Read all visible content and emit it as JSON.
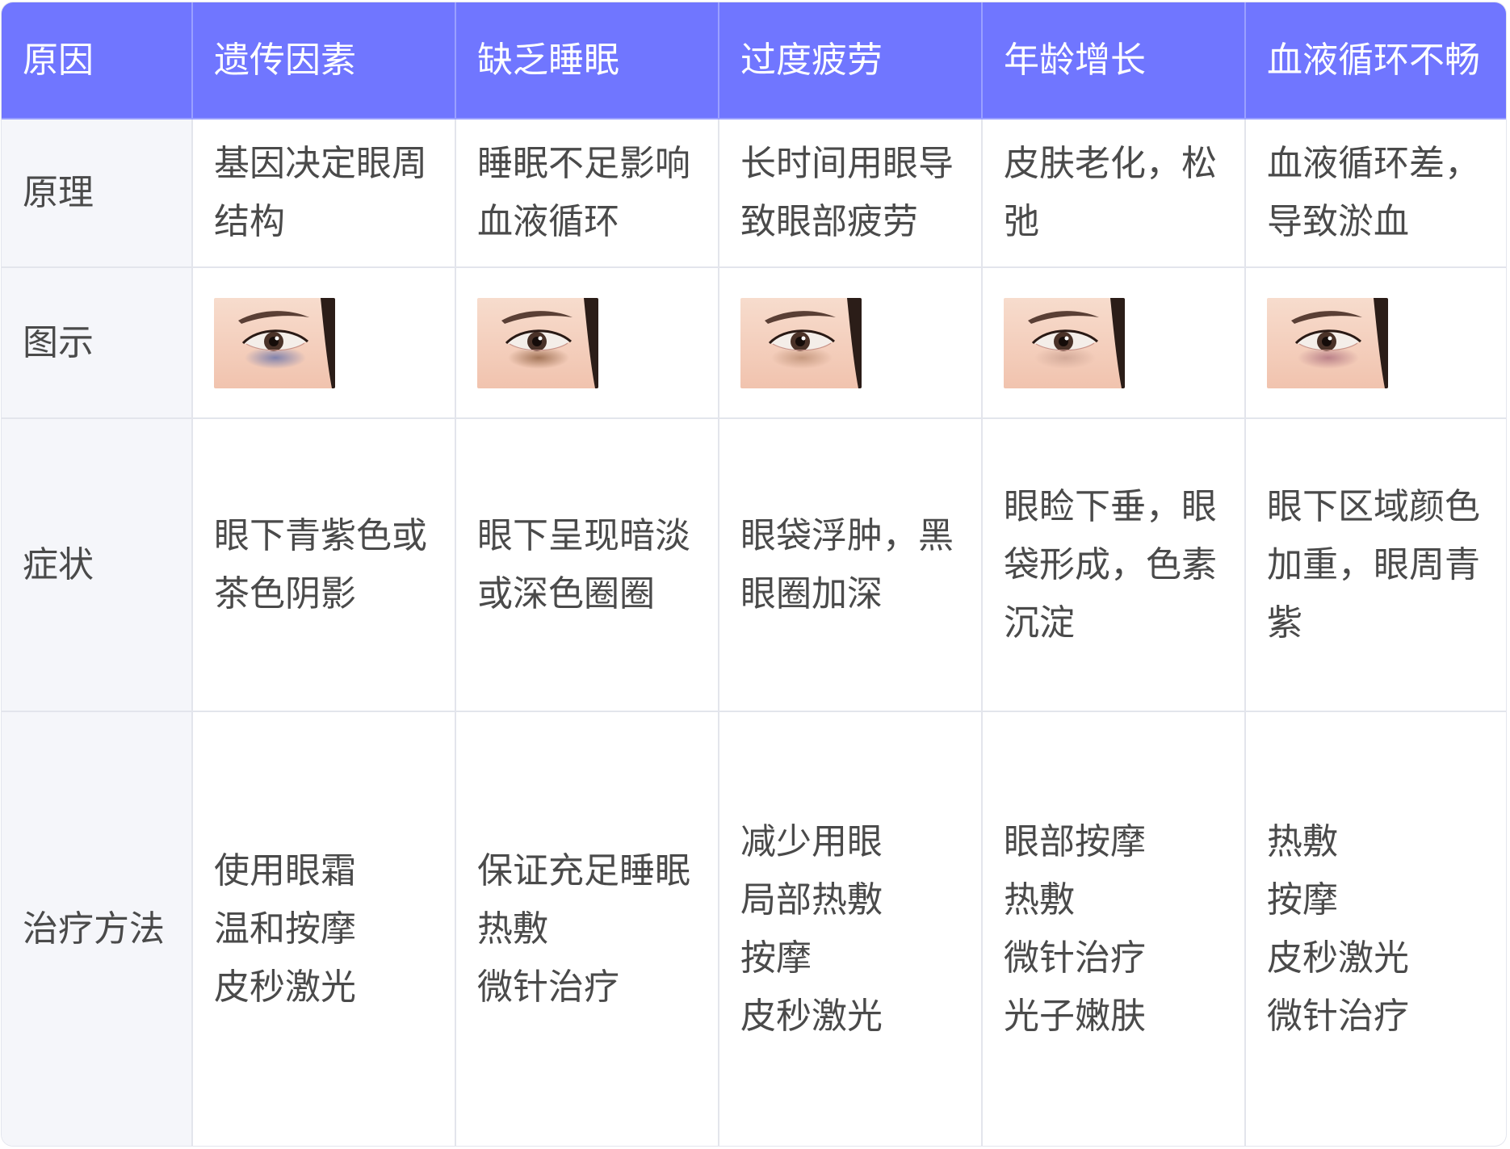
{
  "header": {
    "cells": [
      "原因",
      "遗传因素",
      "缺乏睡眠",
      "过度疲劳",
      "年龄增长",
      "血液循环不畅"
    ]
  },
  "rows": {
    "principle": {
      "label": "原理",
      "cells": [
        [
          "基因决定眼周",
          "结构"
        ],
        [
          "睡眠不足影响",
          "血液循环"
        ],
        [
          "长时间用眼导",
          "致眼部疲劳"
        ],
        [
          "皮肤老化，松",
          "弛"
        ],
        [
          "血液循环差，",
          "导致淤血"
        ]
      ]
    },
    "illustration": {
      "label": "图示",
      "images": [
        {
          "icon": "eye-bluish-circle-icon",
          "shadow": "#5b6aa8"
        },
        {
          "icon": "eye-brown-circle-icon",
          "shadow": "#8a5a3a"
        },
        {
          "icon": "eye-puffy-bag-icon",
          "shadow": "#b88a6e"
        },
        {
          "icon": "eye-sagging-lid-icon",
          "shadow": "#c9a090"
        },
        {
          "icon": "eye-bruised-icon",
          "shadow": "#a86a7a"
        }
      ]
    },
    "symptoms": {
      "label": "症状",
      "cells": [
        [
          "眼下青紫色或",
          "茶色阴影"
        ],
        [
          "眼下呈现暗淡",
          "或深色圈圈"
        ],
        [
          "眼袋浮肿，黑",
          "眼圈加深"
        ],
        [
          "眼睑下垂，眼",
          "袋形成，色素",
          "沉淀"
        ],
        [
          "眼下区域颜色",
          "加重，眼周青",
          "紫"
        ]
      ]
    },
    "treatment": {
      "label": "治疗方法",
      "cells": [
        [
          "使用眼霜",
          "温和按摩",
          "皮秒激光"
        ],
        [
          "保证充足睡眠",
          "热敷",
          "微针治疗"
        ],
        [
          "减少用眼",
          "局部热敷",
          "按摩",
          "皮秒激光"
        ],
        [
          "眼部按摩",
          "热敷",
          "微针治疗",
          "光子嫩肤"
        ],
        [
          "热敷",
          "按摩",
          "皮秒激光",
          "微针治疗"
        ]
      ]
    }
  },
  "colors": {
    "header_bg": "#7076ff",
    "rowhead_bg": "#f5f6fa",
    "border": "#e3e5ec",
    "text": "#4a4a4a"
  }
}
